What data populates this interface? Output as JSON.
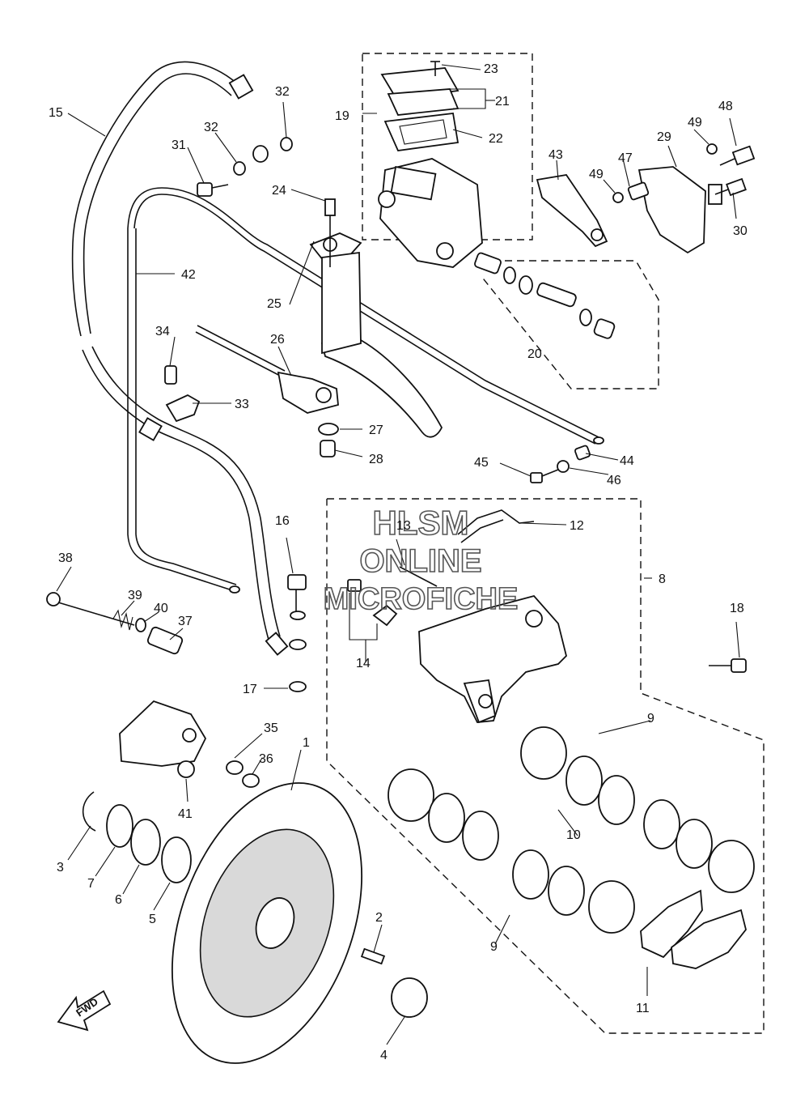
{
  "watermark": {
    "line1": "HLSM",
    "line2": "ONLINE",
    "line3": "MICROFICHE"
  },
  "fwd_label": "FWD",
  "labels": {
    "p1": "1",
    "p2": "2",
    "p3": "3",
    "p4": "4",
    "p5": "5",
    "p6": "6",
    "p7": "7",
    "p8": "8",
    "p9a": "9",
    "p9b": "9",
    "p10": "10",
    "p11": "11",
    "p12": "12",
    "p13": "13",
    "p14": "14",
    "p15": "15",
    "p16": "16",
    "p17": "17",
    "p18": "18",
    "p19": "19",
    "p20": "20",
    "p21": "21",
    "p22": "22",
    "p23": "23",
    "p24": "24",
    "p25": "25",
    "p26": "26",
    "p27": "27",
    "p28": "28",
    "p29": "29",
    "p30": "30",
    "p31": "31",
    "p32a": "32",
    "p32b": "32",
    "p33": "33",
    "p34": "34",
    "p35": "35",
    "p36": "36",
    "p37": "37",
    "p38": "38",
    "p39": "39",
    "p40": "40",
    "p41": "41",
    "p42": "42",
    "p43": "43",
    "p44": "44",
    "p45": "45",
    "p46": "46",
    "p47": "47",
    "p48": "48",
    "p49a": "49",
    "p49b": "49"
  }
}
